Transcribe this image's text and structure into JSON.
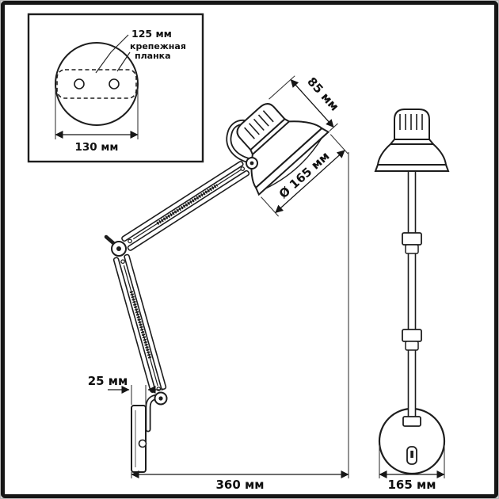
{
  "colors": {
    "line": "#1d1d1d",
    "background": "#ffffff",
    "frame": "#161616"
  },
  "inset": {
    "dim_plate": "125 мм",
    "plate_label_line1": "крепежная",
    "plate_label_line2": "планка",
    "dim_circle": "130 мм"
  },
  "side_view": {
    "dim_shade_depth": "85 мм",
    "dim_shade_diameter": "Ø 165 мм",
    "dim_wall_offset": "25 мм",
    "dim_reach": "360 мм"
  },
  "front_view": {
    "dim_base_width": "165 мм"
  }
}
